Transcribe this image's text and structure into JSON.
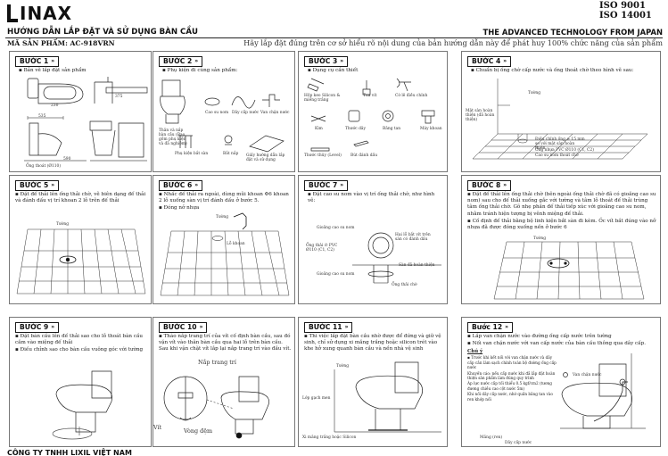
{
  "brand": {
    "logo": "INAX"
  },
  "iso": [
    "ISO  9001",
    "ISO 14001"
  ],
  "header": {
    "title_vn": "HƯỚNG DẪN LẮP ĐẶT VÀ SỬ DỤNG BÀN CẦU",
    "title_en": "THE ADVANCED TECHNOLOGY FROM JAPAN",
    "model": "MÃ SẢN PHẨM: AC-918VRN",
    "advice": "Hãy lắp đặt đúng trên cơ sở hiểu rõ nội dung của bản hướng dẫn này để phát huy 100% chức năng của sản phẩm"
  },
  "steps": [
    {
      "badge": "BƯỚC 1",
      "text": [
        "▪ Bản vẽ lắp đặt sản phẩm"
      ],
      "labels": [
        "535",
        "230",
        "375",
        "590",
        "Ống thoát (Ø110)"
      ]
    },
    {
      "badge": "BƯỚC 2",
      "text": [
        "▪ Phụ kiện đi cùng sản phẩm:"
      ],
      "labels": [
        "Thân và nắp bàn cầu (Bao gồm phụ kiện và đã nghiệm)",
        "Cao su nom",
        "Dây cấp nước",
        "Van chặn nước",
        "Phụ kiện bắt sàn",
        "Bắt nắp",
        "Giấy hướng dẫn lắp đặt và sử dụng"
      ]
    },
    {
      "badge": "BƯỚC 3",
      "text": [
        "▪ Dụng cụ cần thiết"
      ],
      "labels": [
        "Hộp keo Silicon & miếng trắng",
        "Tua vít",
        "Cờ lê điều chỉnh",
        "Kìm",
        "Thước dây",
        "Băng tan",
        "Máy khoan",
        "Thước thủy (Level)",
        "Bút đánh dấu"
      ]
    },
    {
      "badge": "BƯỚC 4",
      "text": [
        "▪ Chuẩn bị ống chờ cấp nước và ống thoát chờ theo hình vẽ sau:"
      ],
      "labels": [
        "Tường",
        "Mặt sàn hoàn thiện (đã hoàn thiện)",
        "Điều chỉnh ống ≥ 15 mm so với mặt sàn hoàn thiện",
        "Ống nhựa PVC Ø110 (C1, C2)",
        "Cao su nom thoát chờ"
      ]
    },
    {
      "badge": "BƯỚC 5",
      "text": [
        "▪ Đặt đế thải lên ống thải chờ, vẽ biên dạng đế thải và đánh dấu vị trí khoan 2 lỗ trên đế thải"
      ],
      "labels": [
        "Tường"
      ]
    },
    {
      "badge": "BƯỚC 6",
      "text": [
        "▪ Nhấc đế thải ra ngoài, dùng mũi khoan Φ6 khoan 2 lỗ xuống sàn vị trí đánh dấu ở bước 5.",
        "▪ Đóng nở nhựa"
      ],
      "labels": [
        "Tường",
        "Lỗ khoan"
      ]
    },
    {
      "badge": "BƯỚC 7",
      "text": [
        "▪ Đặt cao su nom vào vị trí ống thải chờ, như hình vẽ:"
      ],
      "labels": [
        "Gioăng cao su nom",
        "Ống thải ∅ PVC Ø110 (C1, C2)",
        "Gioăng cao su nom",
        "Hai lỗ bắt vít trên sàn có đánh dấu",
        "Sàn đã hoàn thiện",
        "Ống thải chờ"
      ]
    },
    {
      "badge": "BƯỚC 8",
      "text": [
        "▪ Đặt đế thải lên ống thải chờ (bên ngoài ống thải chờ đã có gioăng cao su nom) sau cho đế thải xuống gắc với tường và tâm lỗ thoát đế thải trùng tâm ống thải chờ. Gõ nhẹ phần đế thải tiếp xúc với gioăng cao su nom, nhằm tránh hiện tượng bị vênh miệng đế thải.",
        "▪ Cố định đế thải bằng bộ linh kiện bắt sàn đi kèm. Ốc vít bắt đúng vào nở nhựa đã được đóng xuống nền ở bước 6"
      ],
      "labels": [
        "Tường"
      ]
    },
    {
      "badge": "BƯỚC 9",
      "text": [
        "▪ Đặt bàn cầu lên đế thải sao cho lỗ thoát bàn cầu cắm vào miệng đế thải",
        "▪ Điều chỉnh sao cho bàn cầu vuông góc với tường"
      ],
      "labels": []
    },
    {
      "badge": "BƯỚC 10",
      "text": [
        "▪ Tháo nắp trang trí của vít cố định bàn cầu, sau đó vặn vít vào thân bàn cầu qua hai lỗ trên bàn cầu. Sau khi vặn chặt vít lắp lại nắp trang trí vào đầu vít."
      ],
      "labels": [
        "Nắp trang trí",
        "Vít",
        "Vòng đệm"
      ]
    },
    {
      "badge": "BƯỚC 11",
      "text": [
        "▪ Thi việc lắp đặt bàn cầu nhờ được để đứng và giữ vệ sinh, chỉ sử dụng xi măng trắng hoặc silicon trét vào khe hở xung quanh bàn cầu và nền nhà vệ sinh"
      ],
      "labels": [
        "Tường",
        "Lớp gạch men",
        "Xi măng trắng hoặc Silicon"
      ]
    },
    {
      "badge": "Bước 12",
      "text": [
        "▪ Lắp van chặn nước vào đường ống cấp nước trên tường",
        "▪ Nối van chặn nước với van cấp nước của bàn cầu thông qua dây cấp."
      ],
      "note_label": "Chú ý",
      "notes": [
        "▪ Trước khi kết nối với van chặn nước và dây cấp cần làm sạch chính toàn bộ đường ống cấp nước",
        "Khuyến cáo: nếu cấp nước khi đã lắp đặt hoàn thiện sản phẩm làm đúng quy trình",
        "Áp lực nước cấp tối thiểu 0.5 kgf/cm2 (tương đương chiều cao cột nước 5m)",
        "Khi nối dây cấp nước, nhớ quấn băng tan vào ren khớp nối"
      ],
      "labels": [
        "Van chặn nước",
        "Măng (ren)",
        "Dây cấp nước"
      ]
    }
  ],
  "footer": "CÔNG TY TNHH LIXIL VIỆT NAM"
}
